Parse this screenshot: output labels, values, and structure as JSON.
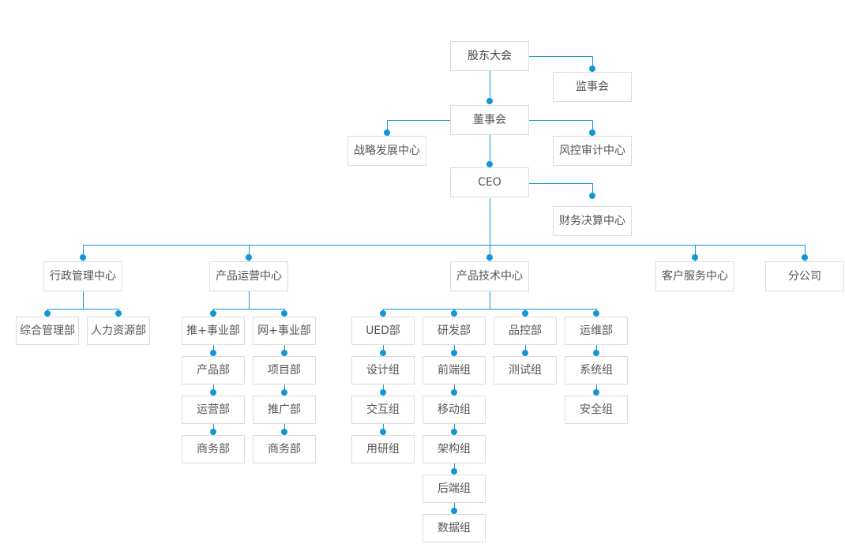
{
  "meta": {
    "title": "公司组织架构图",
    "accent_color": "#1297d4",
    "box_border_color": "#dcdcdc",
    "text_color": "#555555",
    "background": "#ffffff"
  },
  "nodes": {
    "shareholders": "股东大会",
    "supervisory": "监事会",
    "board": "董事会",
    "strategy_center": "战略发展中心",
    "risk_audit_center": "风控审计中心",
    "ceo": "CEO",
    "finance_center": "财务决算中心",
    "admin_center": "行政管理中心",
    "product_ops_center": "产品运营中心",
    "product_tech_center": "产品技术中心",
    "customer_service_center": "客户服务中心",
    "branch_company": "分公司",
    "general_admin_dept": "综合管理部",
    "hr_dept": "人力资源部",
    "tui_business_unit": "推+事业部",
    "wang_business_unit": "网+事业部",
    "product_dept": "产品部",
    "project_dept": "项目部",
    "operations_dept": "运营部",
    "promotion_dept": "推广部",
    "business_dept_a": "商务部",
    "business_dept_b": "商务部",
    "ued_dept": "UED部",
    "rd_dept": "研发部",
    "qa_dept": "品控部",
    "ops_maint_dept": "运维部",
    "design_group": "设计组",
    "frontend_group": "前端组",
    "test_group": "测试组",
    "system_group": "系统组",
    "interaction_group": "交互组",
    "mobile_group": "移动组",
    "security_group": "安全组",
    "user_research_group": "用研组",
    "architecture_group": "架构组",
    "backend_group": "后端组",
    "data_group": "数据组"
  },
  "hierarchy": {
    "root": "股东大会",
    "levels": [
      {
        "level": 0,
        "items": [
          "股东大会"
        ]
      },
      {
        "level": 1,
        "items": [
          "监事会",
          "董事会"
        ]
      },
      {
        "level": 2,
        "items": [
          "战略发展中心",
          "风控审计中心",
          "CEO"
        ]
      },
      {
        "level": 3,
        "items": [
          "财务决算中心",
          "行政管理中心",
          "产品运营中心",
          "产品技术中心",
          "客户服务中心",
          "分公司"
        ]
      },
      {
        "level": 4,
        "items": [
          "综合管理部",
          "人力资源部",
          "推+事业部",
          "网+事业部",
          "UED部",
          "研发部",
          "品控部",
          "运维部"
        ]
      },
      {
        "level": 5,
        "items": [
          "产品部",
          "项目部",
          "设计组",
          "前端组",
          "测试组",
          "系统组"
        ]
      },
      {
        "level": 6,
        "items": [
          "运营部",
          "推广部",
          "交互组",
          "移动组",
          "安全组"
        ]
      },
      {
        "level": 7,
        "items": [
          "商务部",
          "商务部",
          "用研组",
          "架构组"
        ]
      },
      {
        "level": 8,
        "items": [
          "后端组"
        ]
      },
      {
        "level": 9,
        "items": [
          "数据组"
        ]
      }
    ]
  }
}
